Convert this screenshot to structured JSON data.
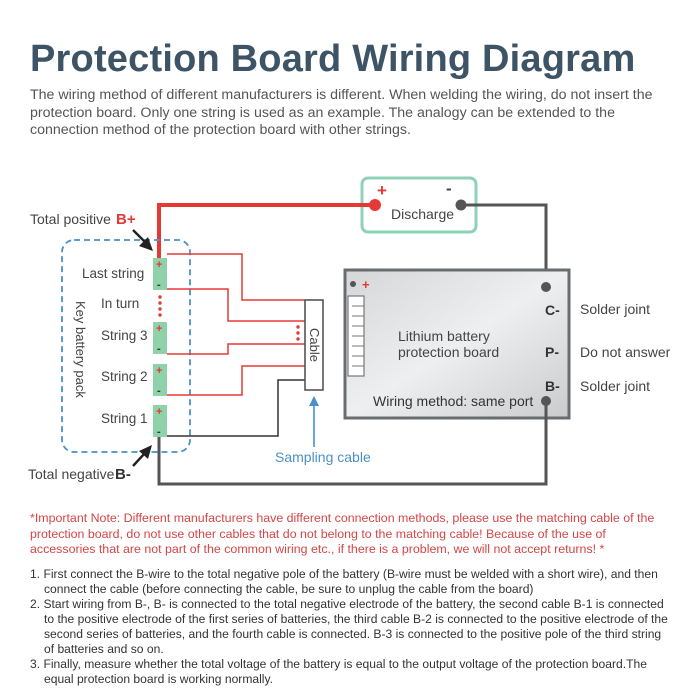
{
  "title": "Protection Board Wiring Diagram",
  "intro": "The wiring method of different manufacturers is different. When welding the wiring, do not insert the protection board. Only one string is used as an example. The analogy can be extended to the connection method of the protection board with other strings.",
  "diagram": {
    "total_positive_text": "Total positive",
    "total_positive_symbol": "B+",
    "total_negative_text": "Total negative",
    "total_negative_symbol": "B-",
    "battery_pack_label": "Key battery pack",
    "strings": [
      "Last string",
      "In turn",
      "String 3",
      "String 2",
      "String 1"
    ],
    "cell_plus": "+",
    "cell_minus": "-",
    "cable_label": "Cable",
    "sampling_cable_label": "Sampling cable",
    "discharge_label": "Discharge",
    "discharge_plus": "+",
    "discharge_minus": "-",
    "board_label_line1": "Lithium battery",
    "board_label_line2": "protection board",
    "board_plus": "+",
    "wiring_method": "Wiring method: same port",
    "port_c": "C-",
    "port_p": "P-",
    "port_b": "B-",
    "solder_joint_top": "Solder joint",
    "do_not_answer": "Do not answer",
    "solder_joint_bottom": "Solder joint",
    "colors": {
      "positive": "#e53935",
      "wire": "#555555",
      "accent_blue": "#4a90c8",
      "cell": "#8fd1a8",
      "discharge_border": "#8fd1b6"
    }
  },
  "note": "*Important Note: Different manufacturers have different connection methods, please use the matching cable of the protection board, do not use other cables that do not belong to the matching cable! Because of the use of accessories that are not part of the common wiring etc., if there is a problem, we will not accept returns! *",
  "steps": [
    "1. First connect the B-wire to the total negative pole of the battery (B-wire must be welded with a short wire), and then connect the cable (before connecting the cable, be sure to unplug the cable from the board)",
    "2. Start wiring from B-, B- is connected to the total negative electrode of the battery, the second cable B-1 is connected to the positive electrode of the first series of batteries, the third cable B-2 is connected to the positive electrode of the second series of batteries, and the fourth cable is connected. B-3 is connected to the positive pole of the third string of batteries and so on.",
    "3. Finally, measure whether the total voltage of the battery is equal to the output voltage of the protection board.The equal protection board is working normally."
  ]
}
